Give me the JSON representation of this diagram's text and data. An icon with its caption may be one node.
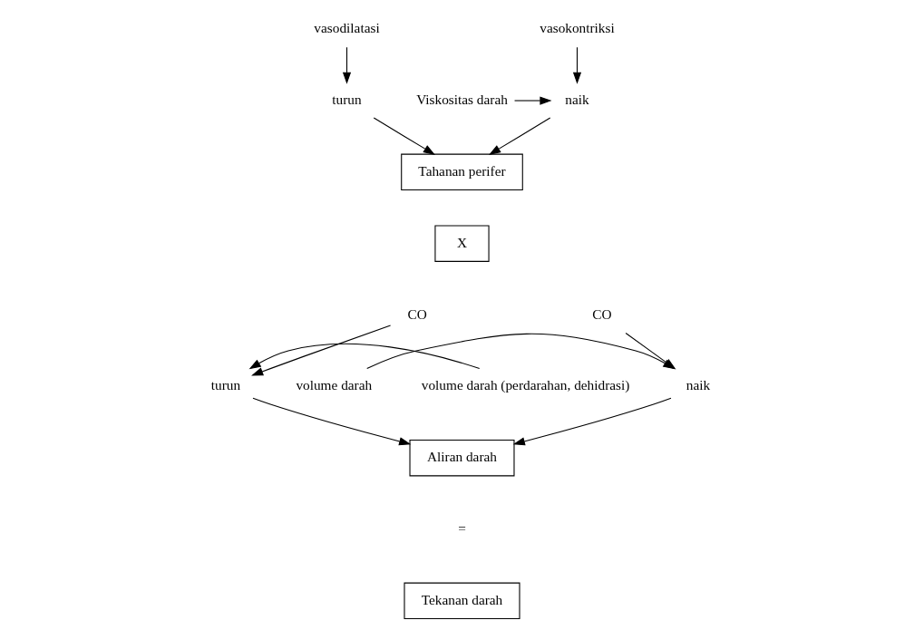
{
  "diagram": {
    "nodes": [
      {
        "text": [
          "vasodilatasi"
        ]
      },
      {
        "text": [
          "vasokontriksi"
        ]
      },
      {
        "text": [
          "turun"
        ]
      },
      {
        "text": [
          "naik"
        ]
      },
      {
        "text": [
          "Viskositas darah"
        ]
      },
      {
        "text": [
          "Tahanan perifer"
        ]
      },
      {
        "text": [
          "X"
        ]
      },
      {
        "text": [
          "CO"
        ]
      },
      {
        "text": [
          "turun"
        ]
      },
      {
        "text": [
          "naik"
        ]
      },
      {
        "text": [
          "CO"
        ]
      },
      {
        "text": [
          "volume darah (perdarahan, dehidrasi)"
        ]
      },
      {
        "text": [
          "volume darah"
        ]
      },
      {
        "text": [
          "Aliran darah"
        ]
      },
      {
        "text": [
          "Tekanan darah"
        ]
      }
    ],
    "edges": [
      {
        "from": 0,
        "to": 2,
        "arrow": "to"
      },
      {
        "from": 1,
        "to": 3,
        "arrow": "to"
      },
      {
        "from": 4,
        "to": 3,
        "arrow": "to"
      },
      {
        "from": 2,
        "to": 5,
        "arrow": "to"
      },
      {
        "from": 3,
        "to": 5,
        "arrow": "to"
      },
      {
        "from": 7,
        "to": 8,
        "arrow": "to"
      },
      {
        "from": 11,
        "to": 8,
        "arrow": "to"
      },
      {
        "from": 10,
        "to": 9,
        "arrow": "to"
      },
      {
        "from": 12,
        "to": 9,
        "arrow": "to"
      },
      {
        "from": 8,
        "to": 13,
        "arrow": "to"
      },
      {
        "from": 9,
        "to": 13,
        "arrow": "to"
      }
    ],
    "labels": [
      "="
    ]
  }
}
